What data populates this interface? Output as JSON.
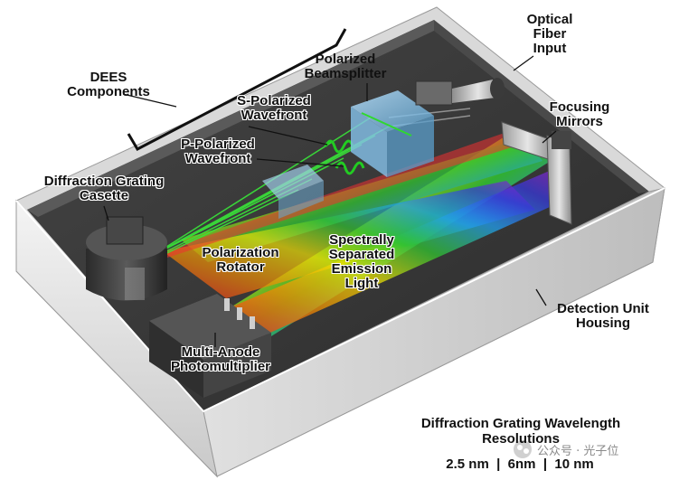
{
  "labels": {
    "optical_fiber_input": "Optical\nFiber\nInput",
    "polarized_beamsplitter": "Polarized\nBeamsplitter",
    "dees_components": "DEES\nComponents",
    "s_polarized": "S-Polarized\nWavefront",
    "p_polarized": "P-Polarized\nWavefront",
    "focusing_mirrors": "Focusing\nMirrors",
    "diffraction_grating": "Diffraction Grating\nCasette",
    "polarization_rotator": "Polarization\nRotator",
    "spectrally_separated": "Spectrally\nSeparated\nEmission\nLight",
    "detection_unit": "Detection Unit\nHousing",
    "multi_anode": "Multi-Anode\nPhotomultiplier"
  },
  "caption": {
    "title_line1": "Diffraction Grating Wavelength",
    "title_line2": "Resolutions",
    "resolutions": "2.5 nm  |  6nm  |  10 nm"
  },
  "watermark": "公众号 · 光子位",
  "colors": {
    "housing_wall": "#e8e8e8",
    "housing_floor": "#3a3a3a",
    "green_beam": "#39e639",
    "background": "#ffffff"
  }
}
